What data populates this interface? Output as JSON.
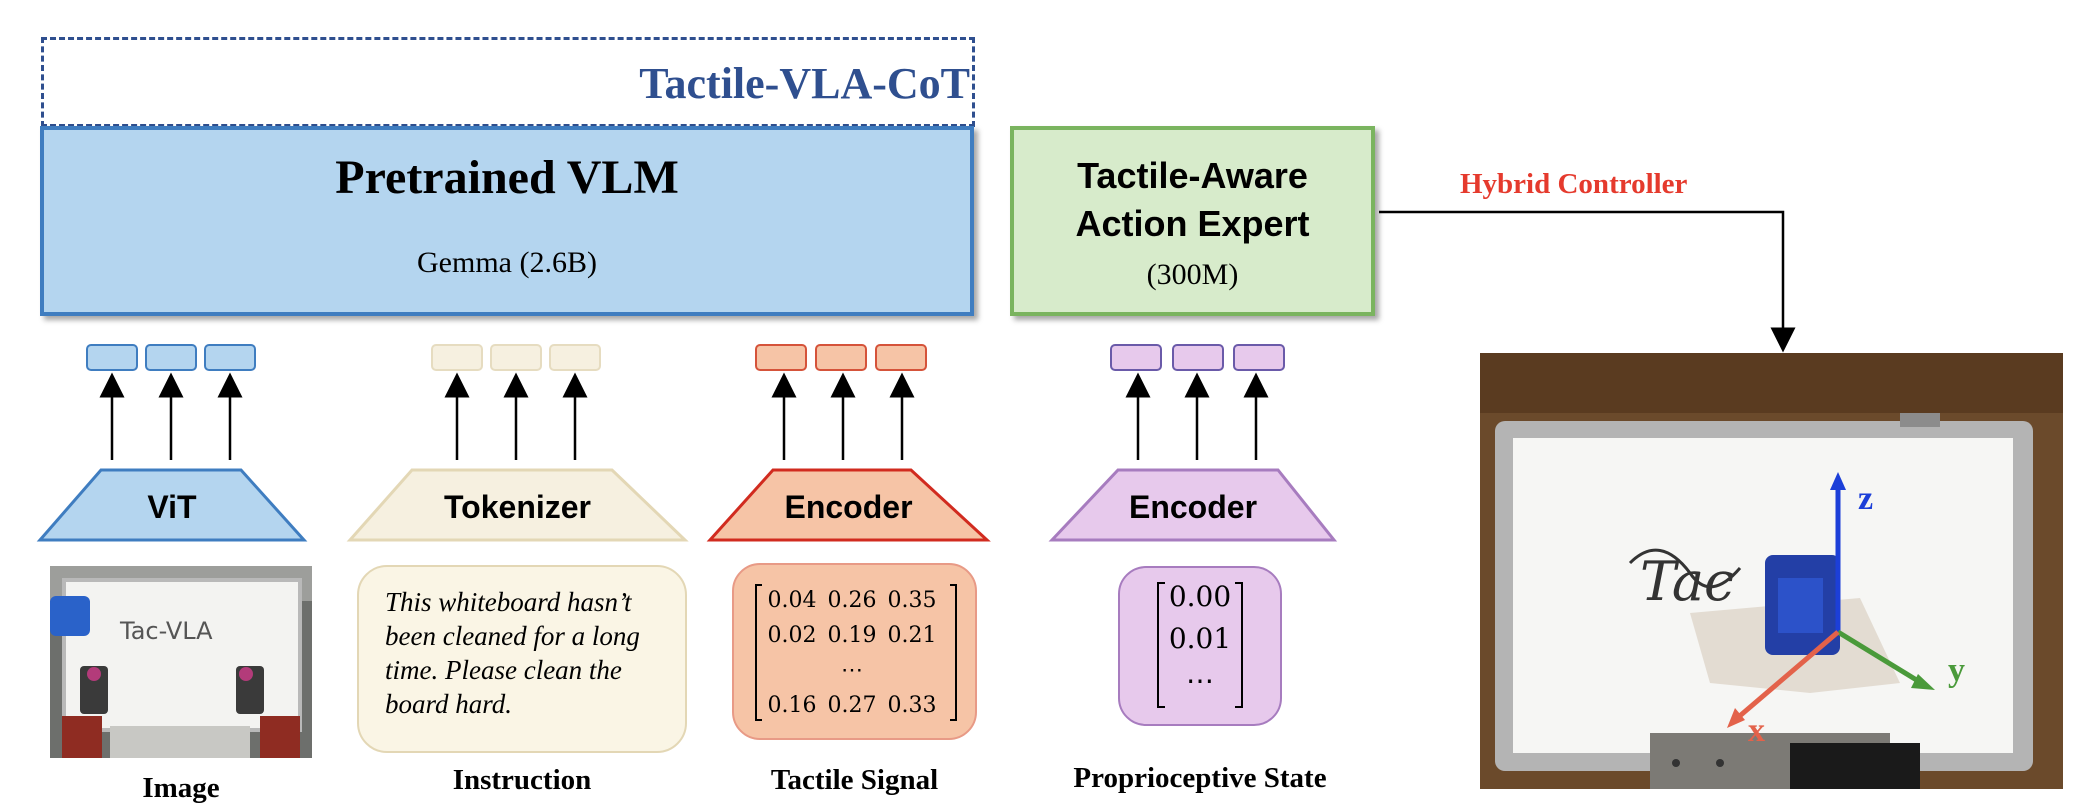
{
  "title": "Tactile-VLA-CoT",
  "vlm": {
    "title": "Pretrained VLM",
    "subtitle": "Gemma (2.6B)"
  },
  "action_expert": {
    "title_line1": "Tactile-Aware",
    "title_line2": "Action Expert",
    "subtitle": "(300M)"
  },
  "controller_label": "Hybrid Controller",
  "encoders": [
    {
      "label": "ViT"
    },
    {
      "label": "Tokenizer"
    },
    {
      "label": "Encoder"
    },
    {
      "label": "Encoder"
    }
  ],
  "inputs": {
    "image": {
      "caption": "Image",
      "board_text": "Tac-VLA"
    },
    "instruction": {
      "caption": "Instruction",
      "lines": [
        "This whiteboard hasn’t",
        "been cleaned for a long",
        "time. Please clean the",
        "board hard."
      ]
    },
    "tactile": {
      "caption": "Tactile Signal",
      "matrix": [
        [
          "0.04",
          "0.26",
          "0.35"
        ],
        [
          "0.02",
          "0.19",
          "0.21"
        ],
        [
          "",
          "⋯",
          ""
        ],
        [
          "0.16",
          "0.27",
          "0.33"
        ]
      ]
    },
    "proprio": {
      "caption": "Proprioceptive State",
      "vector": [
        "0.00",
        "0.01",
        "⋯"
      ]
    }
  },
  "axes": {
    "x": "x",
    "y": "y",
    "z": "z"
  },
  "board_scribble": "Tac",
  "colors": {
    "vlm_fill": "#b4d5ef",
    "vlm_border": "#3f7dc0",
    "expert_fill": "#d7ebcb",
    "expert_border": "#7ab45f",
    "cot_title": "#2f4f8f",
    "controller": "#e53a2d",
    "vit": "#b4d5ef",
    "tokenizer": "#f6f0e0",
    "tactile": "#f6c4a6",
    "proprio": "#e7c9ec"
  }
}
